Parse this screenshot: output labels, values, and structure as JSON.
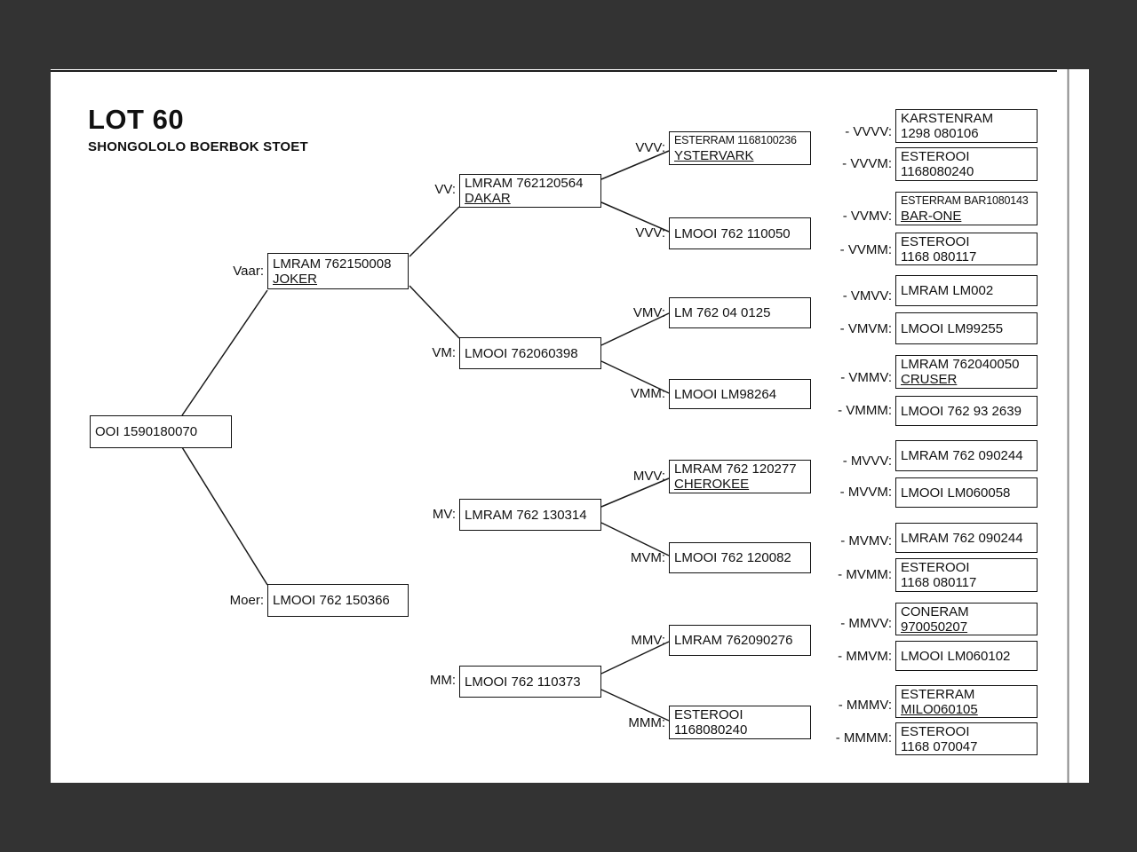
{
  "document": {
    "title": "LOT 60",
    "subtitle": "SHONGOLOLO BOERBOK STOET"
  },
  "labels": {
    "vaar": "Vaar:",
    "moer": "Moer:",
    "vv": "VV:",
    "vm": "VM:",
    "mv": "MV:",
    "mm": "MM:",
    "vvv": "VVV:",
    "vvm": "VVV:",
    "vmv": "VMV:",
    "vmm": "VMM:",
    "mvv": "MVV:",
    "mvm": "MVM:",
    "mmv": "MMV:",
    "mmm": "MMM:",
    "vvvv": "- VVVV:",
    "vvvm": "- VVVM:",
    "vvmv": "- VVMV:",
    "vvmm": "- VVMM:",
    "vmvv": "- VMVV:",
    "vmvm": "- VMVM:",
    "vmmv": "- VMMV:",
    "vmmm": "- VMMM:",
    "mvvv": "- MVVV:",
    "mvvm": "- MVVM:",
    "mvmv": "- MVMV:",
    "mvmm": "- MVMM:",
    "mmvv": "- MMVV:",
    "mmvm": "- MMVM:",
    "mmmv": "- MMMV:",
    "mmmm": "- MMMM:"
  },
  "nodes": {
    "subject": {
      "line1": "OOI 1590180070"
    },
    "v": {
      "line1": "LMRAM 762150008",
      "line2": "JOKER"
    },
    "m": {
      "line1": "LMOOI 762 150366"
    },
    "vv": {
      "line1": "LMRAM 762120564",
      "line2": "DAKAR"
    },
    "vm": {
      "line1": "LMOOI 762060398"
    },
    "mv": {
      "line1": "LMRAM 762 130314"
    },
    "mm": {
      "line1": "LMOOI 762 110373"
    },
    "vvv": {
      "line1": "ESTERRAM 1168100236",
      "line2": "YSTERVARK"
    },
    "vvm": {
      "line1": "LMOOI 762 110050"
    },
    "vmv": {
      "line1": "LM 762 04 0125"
    },
    "vmm": {
      "line1": "LMOOI LM98264"
    },
    "mvv": {
      "line1": "LMRAM 762 120277",
      "line2": "CHEROKEE"
    },
    "mvm": {
      "line1": "LMOOI 762 120082"
    },
    "mmv": {
      "line1": "LMRAM 762090276"
    },
    "mmm": {
      "line1": "ESTEROOI",
      "line2": "1168080240"
    },
    "vvvv": {
      "line1": "KARSTENRAM",
      "line2": "1298 080106"
    },
    "vvvm": {
      "line1": "ESTEROOI",
      "line2": "1168080240"
    },
    "vvmv": {
      "line1": "ESTERRAM BAR1080143",
      "line2": "BAR-ONE"
    },
    "vvmm": {
      "line1": "ESTEROOI",
      "line2": "1168 080117"
    },
    "vmvv": {
      "line1": "LMRAM LM002"
    },
    "vmvm": {
      "line1": "LMOOI LM99255"
    },
    "vmmv": {
      "line1": "LMRAM 762040050",
      "line2": "CRUSER"
    },
    "vmmm": {
      "line1": "LMOOI 762 93 2639"
    },
    "mvvv": {
      "line1": "LMRAM 762 090244"
    },
    "mvvm": {
      "line1": "LMOOI LM060058"
    },
    "mvmv": {
      "line1": "LMRAM 762 090244"
    },
    "mvmm": {
      "line1": "ESTEROOI",
      "line2": "1168 080117"
    },
    "mmvv": {
      "line1": "CONERAM",
      "line2": "970050207"
    },
    "mmvm": {
      "line1": "LMOOI LM060102"
    },
    "mmmv": {
      "line1": "ESTERRAM",
      "line2": "MILO060105"
    },
    "mmmm": {
      "line1": "ESTEROOI",
      "line2": "1168 070047"
    }
  }
}
